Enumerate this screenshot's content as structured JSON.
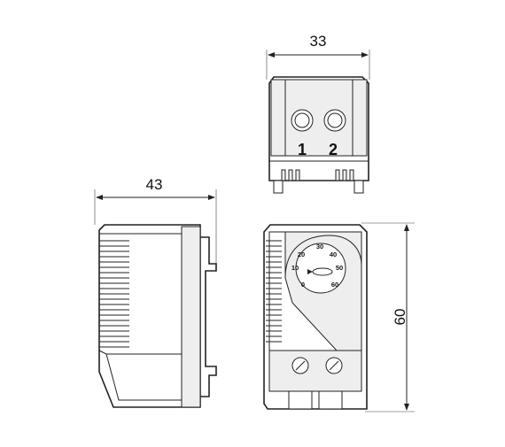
{
  "dimensions": {
    "top_width": "33",
    "side_depth": "43",
    "front_height": "60"
  },
  "terminal_labels": [
    "1",
    "2"
  ],
  "dial_scale": [
    "0",
    "10",
    "20",
    "30",
    "40",
    "50",
    "60"
  ],
  "colors": {
    "line": "#222222",
    "fill_gray": "#eeeeee",
    "background": "#ffffff"
  }
}
